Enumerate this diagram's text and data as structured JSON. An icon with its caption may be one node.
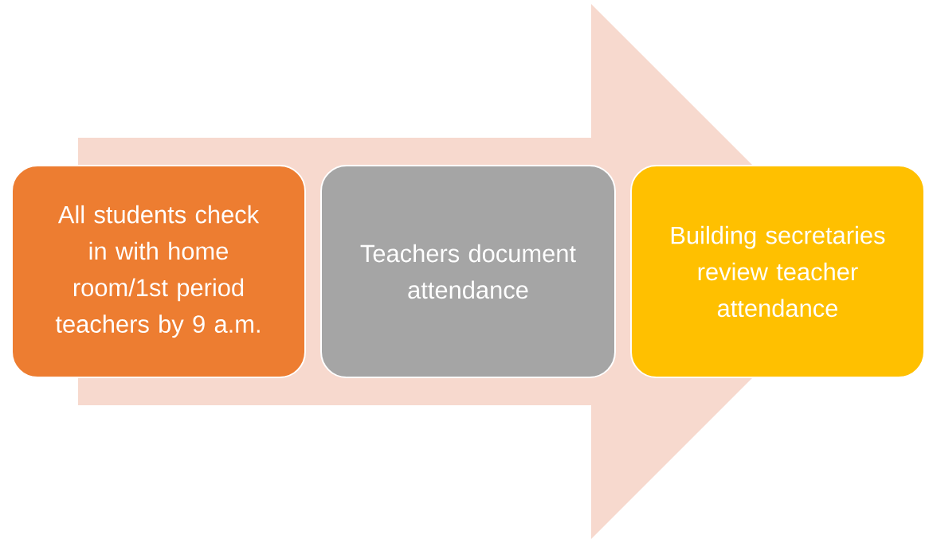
{
  "diagram": {
    "nodes": [
      {
        "text": [
          "All students check in with home room/1st period teachers by 9 a.m."
        ]
      },
      {
        "text": [
          "Teachers document attendance"
        ]
      },
      {
        "text": [
          "Building secretaries review teacher attendance"
        ]
      }
    ],
    "edges": [
      {
        "from": 0,
        "to": 2,
        "arrow": "to"
      }
    ]
  }
}
